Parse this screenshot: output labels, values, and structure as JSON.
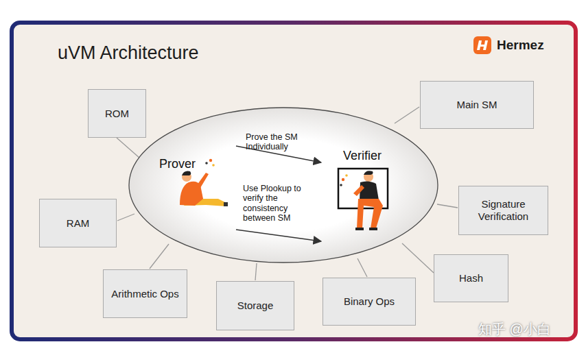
{
  "diagram": {
    "title": "uVM Architecture",
    "nodes": [
      {
        "text": [
          "ROM"
        ]
      },
      {
        "text": [
          "Main SM"
        ]
      },
      {
        "text": [
          "Prover"
        ]
      },
      {
        "text": [
          "Verifier"
        ]
      },
      {
        "text": [
          "RAM"
        ]
      },
      {
        "text": [
          "Signature Verification"
        ]
      },
      {
        "text": [
          "Arithmetic Ops"
        ]
      },
      {
        "text": [
          "Storage"
        ]
      },
      {
        "text": [
          "Binary Ops"
        ]
      },
      {
        "text": [
          "Hash"
        ]
      }
    ],
    "edges": [
      {
        "from": 2,
        "to": 3,
        "label": "Prove the SM Individually",
        "arrow": "to"
      },
      {
        "from": 2,
        "to": 3,
        "label": "Use Plookup to verify the consistency between SM",
        "arrow": "to"
      }
    ],
    "labels": [
      "Hermez",
      "知乎 @小白"
    ]
  }
}
